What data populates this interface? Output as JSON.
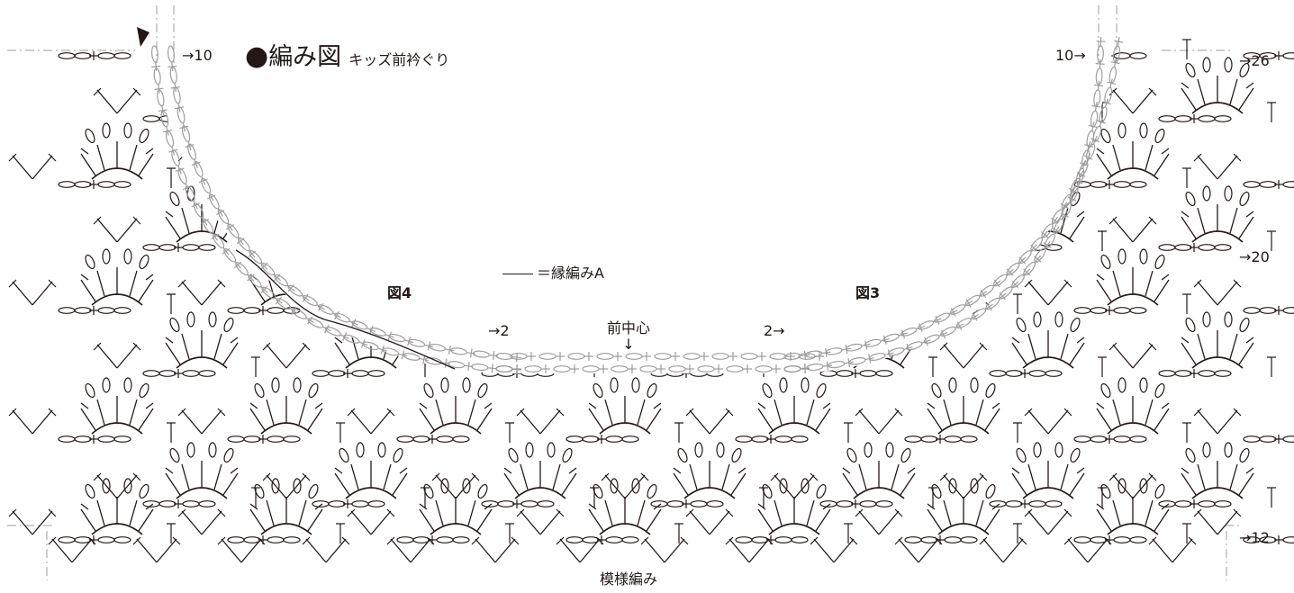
{
  "title": {
    "marker": "●",
    "main": "編み図",
    "sub": "キッズ前衿ぐり"
  },
  "row_labels": {
    "left_top": "→10",
    "right_top_a": "10→",
    "right_top_b": "→26",
    "right_mid": "→20",
    "right_bottom": "→12",
    "center_left": "→2",
    "center_right": "2→"
  },
  "figures": {
    "left": "図4",
    "right": "図3"
  },
  "legend": {
    "text": "＝縁編みA"
  },
  "front_center": {
    "label": "前中心",
    "arrow": "↓"
  },
  "bottom_label": "模様編み",
  "colors": {
    "ink": "#231815",
    "border_edge": "#9d9d9d",
    "guide": "#9d9d9d"
  },
  "start_marker_icon": "black-triangle"
}
